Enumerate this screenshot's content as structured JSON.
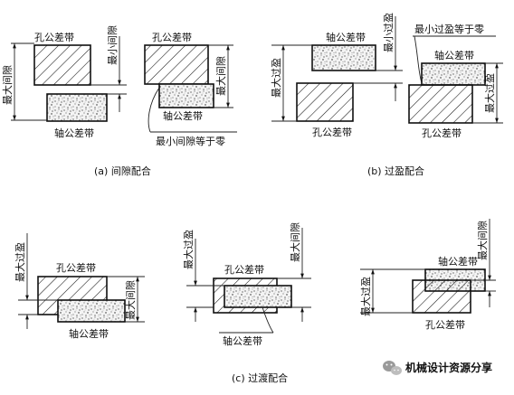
{
  "labels": {
    "hole_zone": "孔公差带",
    "shaft_zone": "轴公差带",
    "max_clearance": "最大间隙",
    "min_clearance": "最小间隙",
    "min_clearance_zero": "最小间隙等于零",
    "max_interference": "最大过盈",
    "min_interference": "最小过盈",
    "min_interference_zero": "最小过盈等于零"
  },
  "captions": {
    "a": "(a) 间隙配合",
    "b": "(b) 过盈配合",
    "c": "(c) 过渡配合"
  },
  "watermark": {
    "text": "机械设计资源分享",
    "icon": "wechat-icon"
  },
  "colors": {
    "line": "#111111",
    "speckle_fill": "#f4f4f4",
    "background": "#ffffff"
  }
}
